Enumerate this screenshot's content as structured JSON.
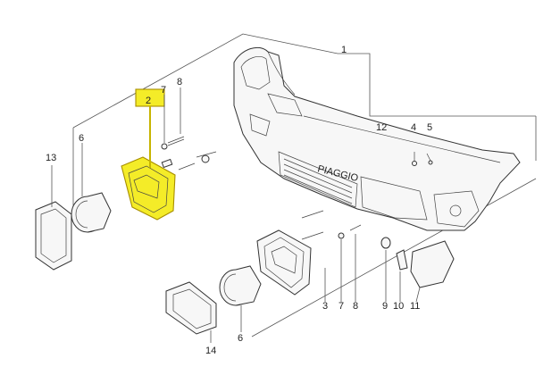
{
  "diagram": {
    "brand_text": "PIAGGIO",
    "highlight_color": "#f4ec28",
    "callouts": {
      "c1": "1",
      "c2": "2",
      "c3": "3",
      "c4": "4",
      "c5": "5",
      "c6a": "6",
      "c6b": "6",
      "c7a": "7",
      "c7b": "7",
      "c8a": "8",
      "c8b": "8",
      "c9": "9",
      "c10": "10",
      "c11": "11",
      "c12": "12",
      "c13": "13",
      "c14": "14"
    }
  }
}
